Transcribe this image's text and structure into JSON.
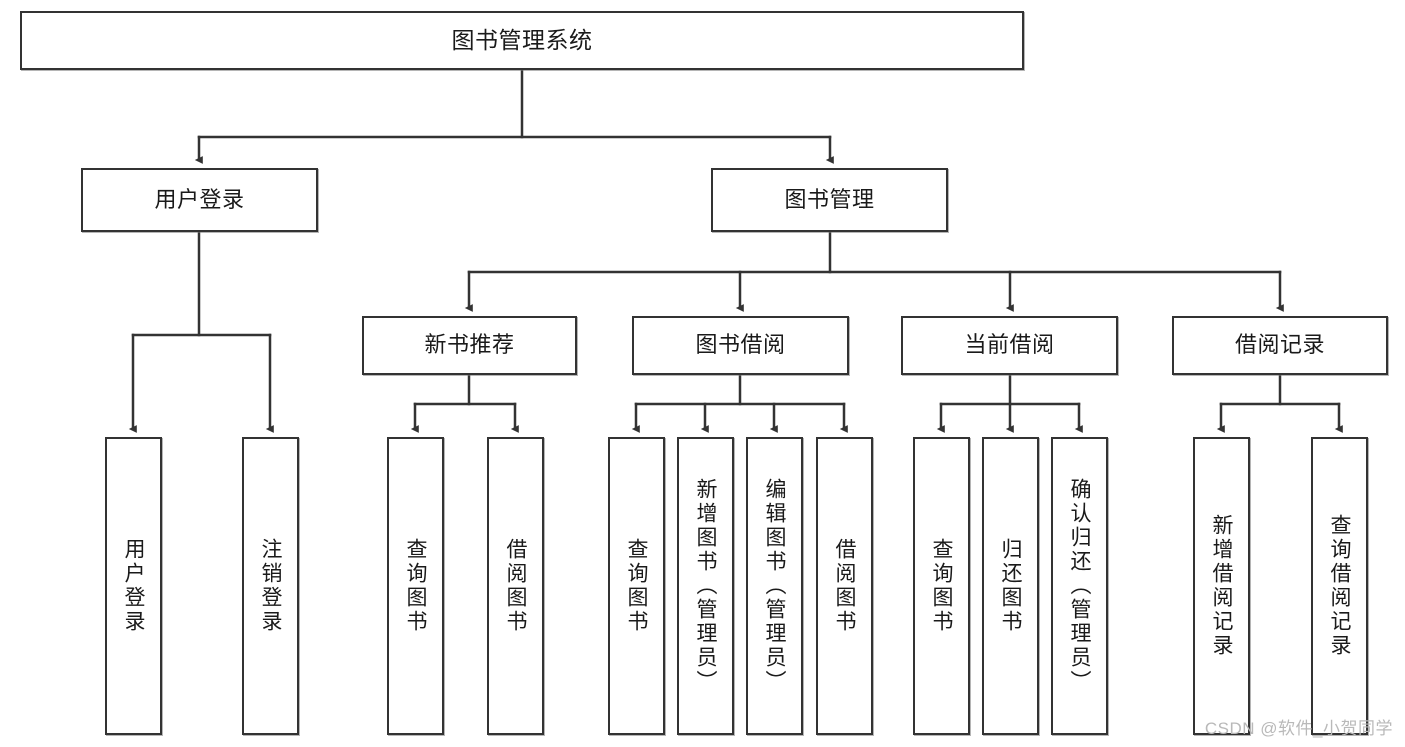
{
  "diagram": {
    "type": "tree",
    "title": "图书管理系统",
    "orientation": "top-down",
    "colors": {
      "box_border": "#333333",
      "box_fill": "#ffffff",
      "edge": "#333333",
      "text": "#1a1a1a",
      "watermark": "#b9b9b9",
      "background": "#ffffff"
    },
    "root": {
      "label": "图书管理系统"
    },
    "level1": [
      {
        "label": "用户登录"
      },
      {
        "label": "图书管理"
      }
    ],
    "level2": [
      {
        "label": "新书推荐"
      },
      {
        "label": "图书借阅"
      },
      {
        "label": "当前借阅"
      },
      {
        "label": "借阅记录"
      }
    ],
    "leaves": {
      "user_login": [
        {
          "label": "用户登录"
        },
        {
          "label": "注销登录"
        }
      ],
      "new_book_recommend": [
        {
          "label": "查询图书"
        },
        {
          "label": "借阅图书"
        }
      ],
      "book_borrow": [
        {
          "label": "查询图书"
        },
        {
          "label": "新增图书（管理员）"
        },
        {
          "label": "编辑图书（管理员）"
        },
        {
          "label": "借阅图书"
        }
      ],
      "current_borrow": [
        {
          "label": "查询图书"
        },
        {
          "label": "归还图书"
        },
        {
          "label": "确认归还（管理员）"
        }
      ],
      "borrow_records": [
        {
          "label": "新增借阅记录"
        },
        {
          "label": "查询借阅记录"
        }
      ]
    }
  },
  "watermark": {
    "text": "CSDN @软件_小贺同学"
  }
}
